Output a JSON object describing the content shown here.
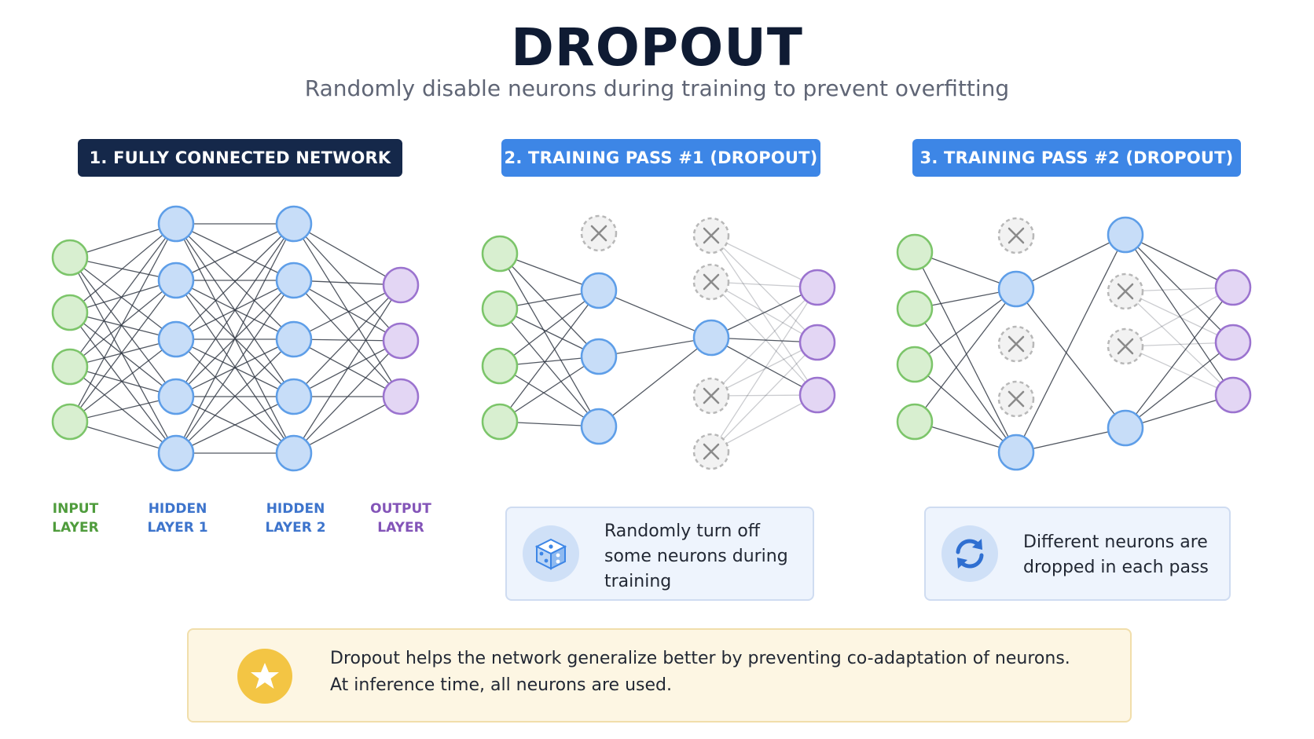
{
  "title": "DROPOUT",
  "subtitle": "Randomly disable neurons during training to prevent overfitting",
  "panels": [
    {
      "header": "1. FULLY CONNECTED NETWORK"
    },
    {
      "header": "2. TRAINING PASS #1 (DROPOUT)"
    },
    {
      "header": "3. TRAINING PASS #2 (DROPOUT)"
    }
  ],
  "layer_labels": {
    "input": "INPUT\nLAYER",
    "hidden1": "HIDDEN\nLAYER 1",
    "hidden2": "HIDDEN\nLAYER 2",
    "output": "OUTPUT\nLAYER"
  },
  "info_boxes": [
    {
      "icon": "dice-icon",
      "text": "Randomly turn off\nsome neurons during\ntraining"
    },
    {
      "icon": "refresh-icon",
      "text": "Different neurons are\ndropped in each pass"
    }
  ],
  "note": {
    "icon": "star-icon",
    "text": "Dropout helps the network generalize better by preventing co-adaptation of neurons.\nAt inference time, all neurons are used."
  },
  "colors": {
    "input": "#7cc56a",
    "hidden": "#5e9ee8",
    "output": "#9b73cf",
    "dropped": "#b8b8b8",
    "header_dark": "#15284a",
    "header_blue": "#3d86e6"
  }
}
